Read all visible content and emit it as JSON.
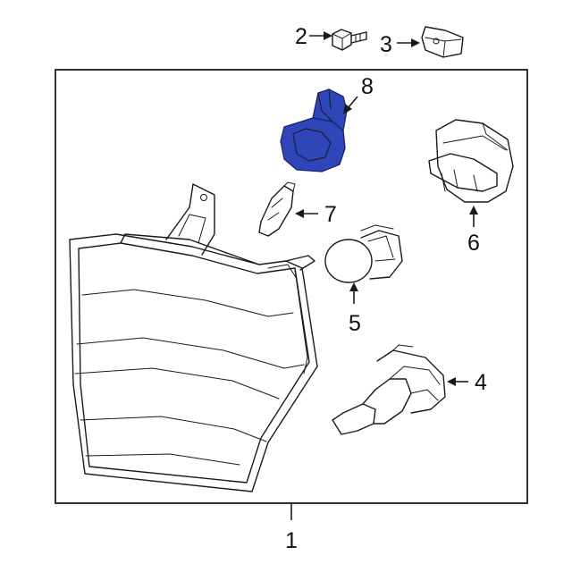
{
  "callouts": [
    {
      "id": "1",
      "label": "1"
    },
    {
      "id": "2",
      "label": "2"
    },
    {
      "id": "3",
      "label": "3"
    },
    {
      "id": "4",
      "label": "4"
    },
    {
      "id": "5",
      "label": "5"
    },
    {
      "id": "6",
      "label": "6"
    },
    {
      "id": "7",
      "label": "7"
    },
    {
      "id": "8",
      "label": "8"
    }
  ],
  "colors": {
    "highlight_fill": "#2f45b8",
    "highlight_stroke": "#1a2470",
    "line": "#1a1a1a",
    "background": "#ffffff"
  },
  "highlighted_part": "8"
}
